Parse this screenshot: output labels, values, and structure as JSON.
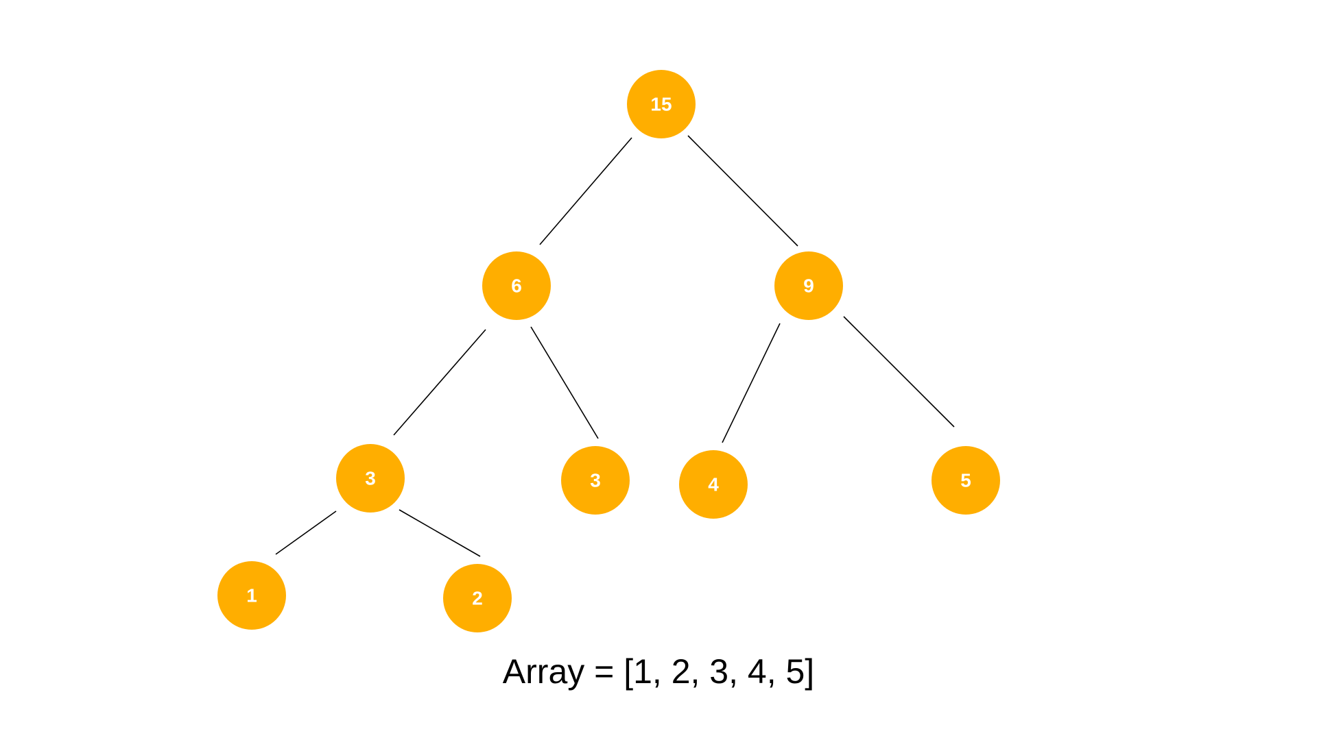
{
  "colors": {
    "node_fill": "#FFAE00",
    "node_text": "#FFFFFF",
    "edge": "#000000",
    "background": "#FFFFFF"
  },
  "tree": {
    "nodes": [
      {
        "id": "root",
        "label": "15"
      },
      {
        "id": "l",
        "label": "6"
      },
      {
        "id": "r",
        "label": "9"
      },
      {
        "id": "ll",
        "label": "3"
      },
      {
        "id": "lr",
        "label": "3"
      },
      {
        "id": "rl",
        "label": "4"
      },
      {
        "id": "rr",
        "label": "5"
      },
      {
        "id": "lll",
        "label": "1"
      },
      {
        "id": "llr",
        "label": "2"
      }
    ],
    "edges": [
      [
        "root",
        "l"
      ],
      [
        "root",
        "r"
      ],
      [
        "l",
        "ll"
      ],
      [
        "l",
        "lr"
      ],
      [
        "r",
        "rl"
      ],
      [
        "r",
        "rr"
      ],
      [
        "ll",
        "lll"
      ],
      [
        "ll",
        "llr"
      ]
    ]
  },
  "caption": "Array = [1, 2, 3, 4, 5]"
}
